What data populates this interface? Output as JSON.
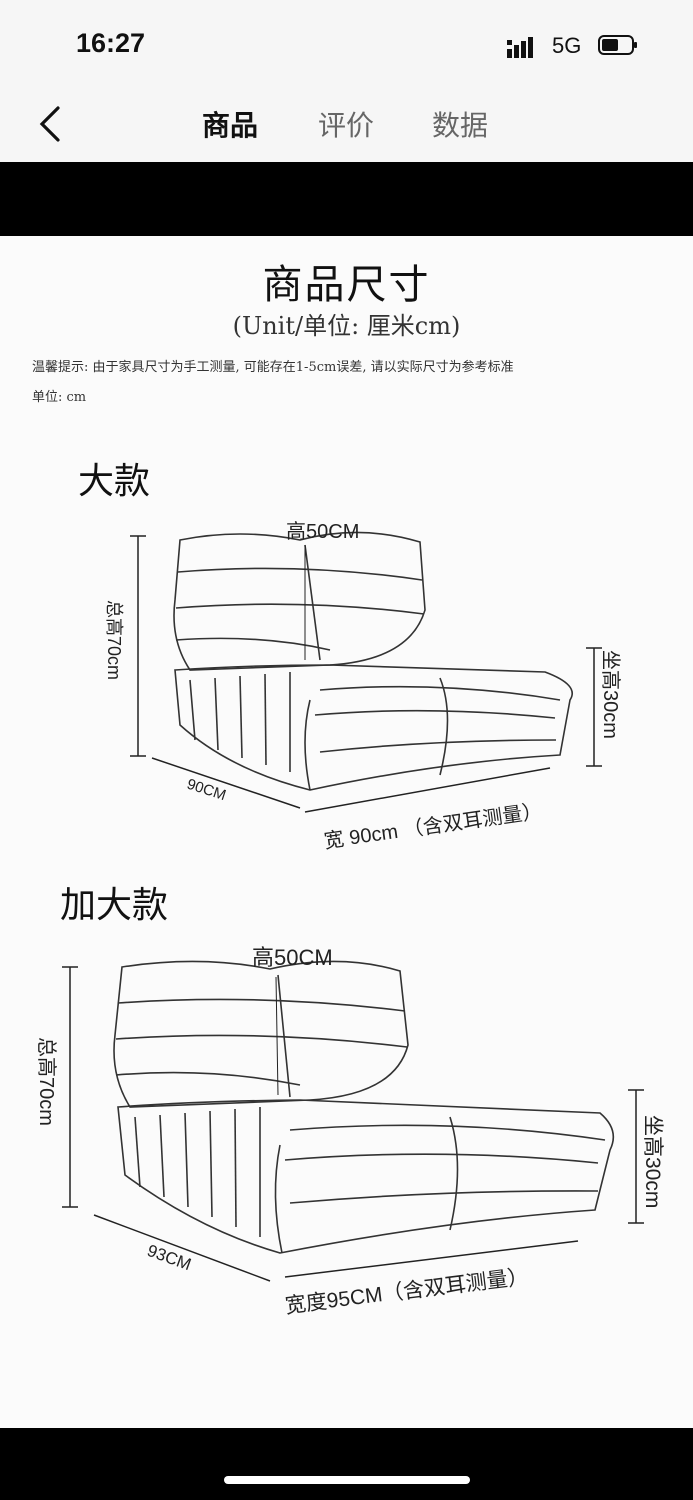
{
  "status_bar": {
    "time": "16:27",
    "network": "5G",
    "signal_icon": "cellular-signal-icon",
    "battery_icon": "battery-icon"
  },
  "nav": {
    "back_icon": "back-chevron-icon",
    "tabs": [
      {
        "label": "商品",
        "active": true
      },
      {
        "label": "评价",
        "active": false
      },
      {
        "label": "数据",
        "active": false
      }
    ]
  },
  "spec": {
    "title": "商品尺寸",
    "unit_subtitle": "(Unit/单位: 厘米cm)",
    "tip": "温馨提示: 由于家具尺寸为手工测量, 可能存在1-5cm误差, 请以实际尺寸为参考标准",
    "unit_line": "单位: cm"
  },
  "models": [
    {
      "name": "大款",
      "back_height": "高50CM",
      "total_height": "总高70cm",
      "seat_height": "坐高30cm",
      "depth": "90CM",
      "width": "宽 90cm （含双耳测量）"
    },
    {
      "name": "加大款",
      "back_height": "高50CM",
      "total_height": "总高70cm",
      "seat_height": "坐高30cm",
      "depth": "93CM",
      "width": "宽度95CM（含双耳测量）"
    }
  ],
  "colors": {
    "bar_bg": "#f6f6f6",
    "band": "#000000",
    "line": "#333333"
  }
}
